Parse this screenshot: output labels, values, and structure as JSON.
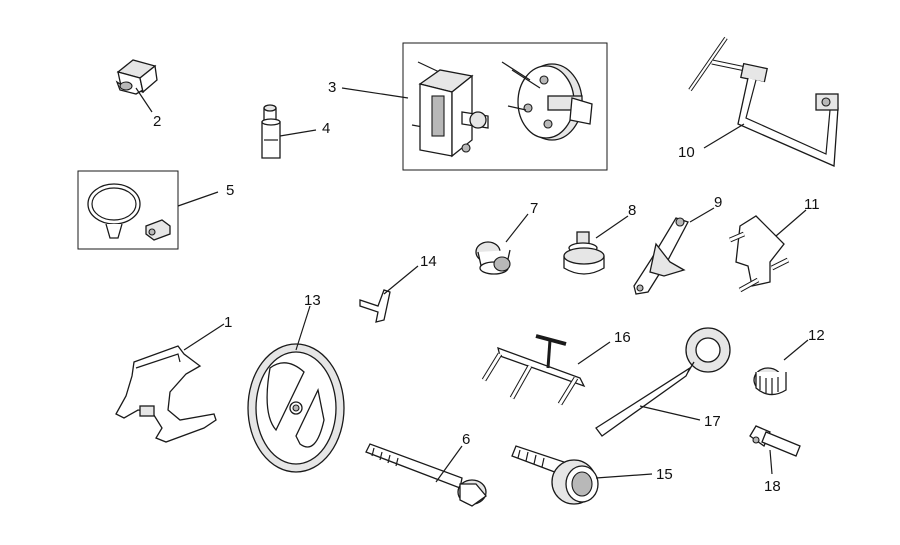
{
  "callouts": [
    {
      "key": "c1",
      "text": "1"
    },
    {
      "key": "c2",
      "text": "2"
    },
    {
      "key": "c3",
      "text": "3"
    },
    {
      "key": "c4",
      "text": "4"
    },
    {
      "key": "c5",
      "text": "5"
    },
    {
      "key": "c6",
      "text": "6"
    },
    {
      "key": "c7",
      "text": "7"
    },
    {
      "key": "c8",
      "text": "8"
    },
    {
      "key": "c9",
      "text": "9"
    },
    {
      "key": "c10",
      "text": "10"
    },
    {
      "key": "c11",
      "text": "11"
    },
    {
      "key": "c12",
      "text": "12"
    },
    {
      "key": "c13",
      "text": "13"
    },
    {
      "key": "c14",
      "text": "14"
    },
    {
      "key": "c15",
      "text": "15"
    },
    {
      "key": "c16",
      "text": "16"
    },
    {
      "key": "c17",
      "text": "17"
    },
    {
      "key": "c18",
      "text": "18"
    }
  ]
}
